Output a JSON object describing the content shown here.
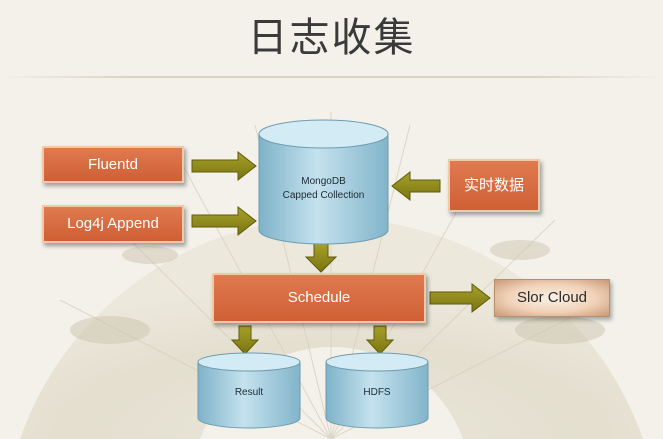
{
  "slide": {
    "title": "日志收集"
  },
  "nodes": {
    "fluentd": "Fluentd",
    "log4j": "Log4j Append",
    "realtime": "实时数据",
    "mongodb_line1": "MongoDB",
    "mongodb_line2": "Capped Collection",
    "schedule": "Schedule",
    "slor_cloud": "Slor Cloud",
    "result": "Result",
    "hdfs": "HDFS"
  },
  "colors": {
    "box_orange": "#d9683d",
    "arrow_olive": "#8a8615",
    "cylinder_blue": "#a9cfe0"
  }
}
